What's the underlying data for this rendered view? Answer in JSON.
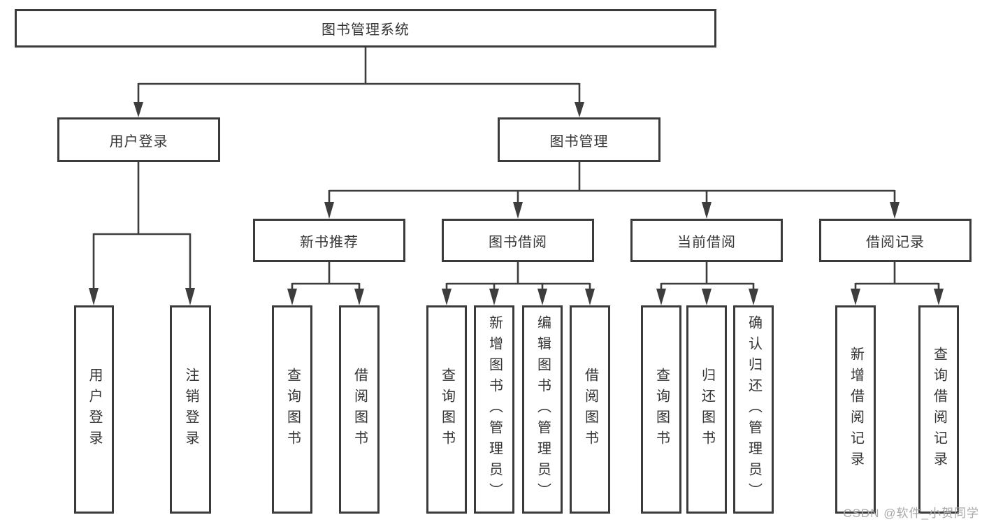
{
  "tree": {
    "root": {
      "label": "图书管理系统"
    },
    "branches": [
      {
        "label": "用户登录",
        "children": [
          {
            "label": "用户登录"
          },
          {
            "label": "注销登录"
          }
        ]
      },
      {
        "label": "图书管理",
        "children": [
          {
            "label": "新书推荐",
            "children": [
              {
                "label": "查询图书"
              },
              {
                "label": "借阅图书"
              }
            ]
          },
          {
            "label": "图书借阅",
            "children": [
              {
                "label": "查询图书"
              },
              {
                "label": "新增图书（管理员）"
              },
              {
                "label": "编辑图书（管理员）"
              },
              {
                "label": "借阅图书"
              }
            ]
          },
          {
            "label": "当前借阅",
            "children": [
              {
                "label": "查询图书"
              },
              {
                "label": "归还图书"
              },
              {
                "label": "确认归还（管理员）"
              }
            ]
          },
          {
            "label": "借阅记录",
            "children": [
              {
                "label": "新增借阅记录"
              },
              {
                "label": "查询借阅记录"
              }
            ]
          }
        ]
      }
    ]
  },
  "watermark": {
    "text": "CSDN @软件_小贺同学"
  },
  "colors": {
    "line": "#3d3d3d",
    "border": "#3b3b3b",
    "text": "#343434",
    "background": "#ffffff",
    "watermark": "#a9a9a9"
  }
}
